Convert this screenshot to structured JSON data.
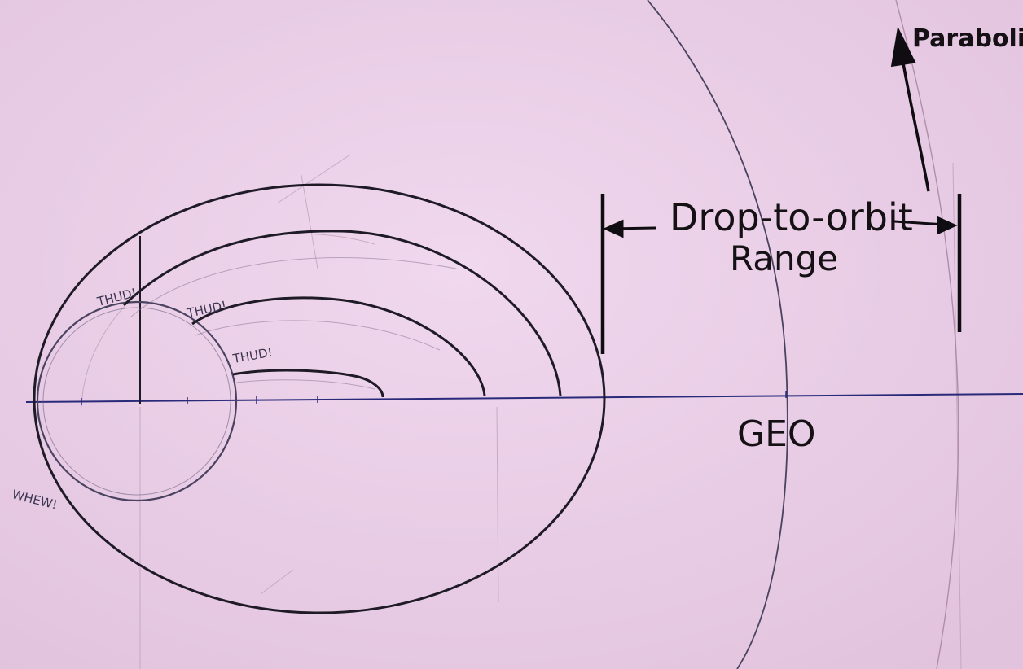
{
  "diagram": {
    "labels": {
      "parabolic": "Parabolic",
      "range_line1": "Drop-to-orbit",
      "range_line2": "Range",
      "geo": "GEO",
      "thud_1": "THUD!",
      "thud_2": "THUD!",
      "thud_3": "THUD!",
      "whew": "WHEW!"
    },
    "colors": {
      "paper": "#ecd2e9",
      "ink": "#141014",
      "pencil": "#4a4360",
      "axis": "#2a2a7a"
    }
  }
}
